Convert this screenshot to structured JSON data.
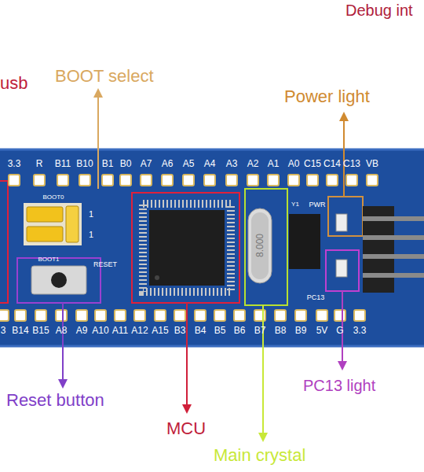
{
  "diagram": {
    "labels": [
      "Debug int",
      "usb",
      "BOOT select",
      "Power light",
      "3.3",
      "R",
      "B11",
      "B10",
      "B1",
      "B0",
      "A7",
      "A6",
      "A5",
      "A4",
      "A3",
      "A2",
      "A1",
      "A0",
      "C15",
      "C14",
      "C13",
      "VB",
      "BOOT0",
      "1",
      "1",
      "PWR",
      "Y1",
      "8.000",
      "BOOT1",
      "RESET",
      "PC13",
      "3",
      "B14",
      "B15",
      "A8",
      "A9",
      "A10",
      "A11",
      "A12",
      "A15",
      "B3",
      "B4",
      "B5",
      "B6",
      "B7",
      "B8",
      "B9",
      "5V",
      "G",
      "3.3",
      "Reset button",
      "MCU",
      "PC13 light",
      "Main crystal"
    ]
  }
}
